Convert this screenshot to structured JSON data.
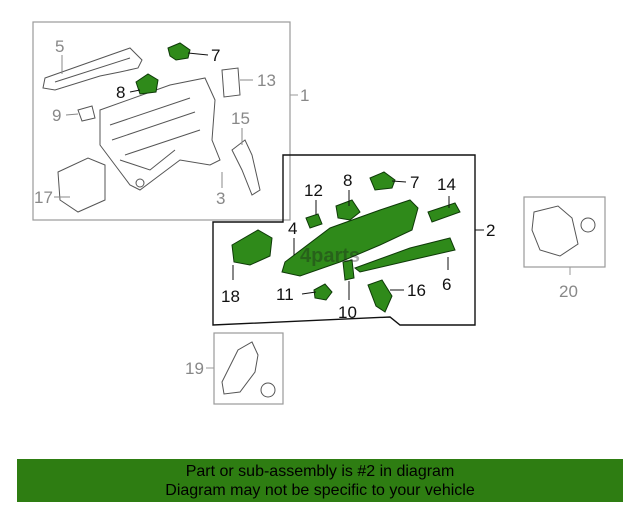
{
  "diagram": {
    "watermark": "4parts",
    "callouts": {
      "c1": "1",
      "c2": "2",
      "c3": "3",
      "c4": "4",
      "c5": "5",
      "c6": "6",
      "c7a": "7",
      "c7b": "7",
      "c8a": "8",
      "c8b": "8",
      "c9": "9",
      "c10": "10",
      "c11": "11",
      "c12": "12",
      "c13": "13",
      "c14": "14",
      "c15": "15",
      "c16": "16",
      "c17": "17",
      "c18": "18",
      "c19": "19",
      "c20": "20"
    },
    "colors": {
      "part_fill": "#2f8a1a",
      "part_outline": "#0e3a08",
      "gray_box_border": "#9a9a9a",
      "black_box_border": "#111111",
      "banner_background": "#2e7d12"
    }
  },
  "banner": {
    "line1": "Part or sub-assembly is #2 in diagram",
    "line2": "Diagram may not be specific to your vehicle"
  }
}
